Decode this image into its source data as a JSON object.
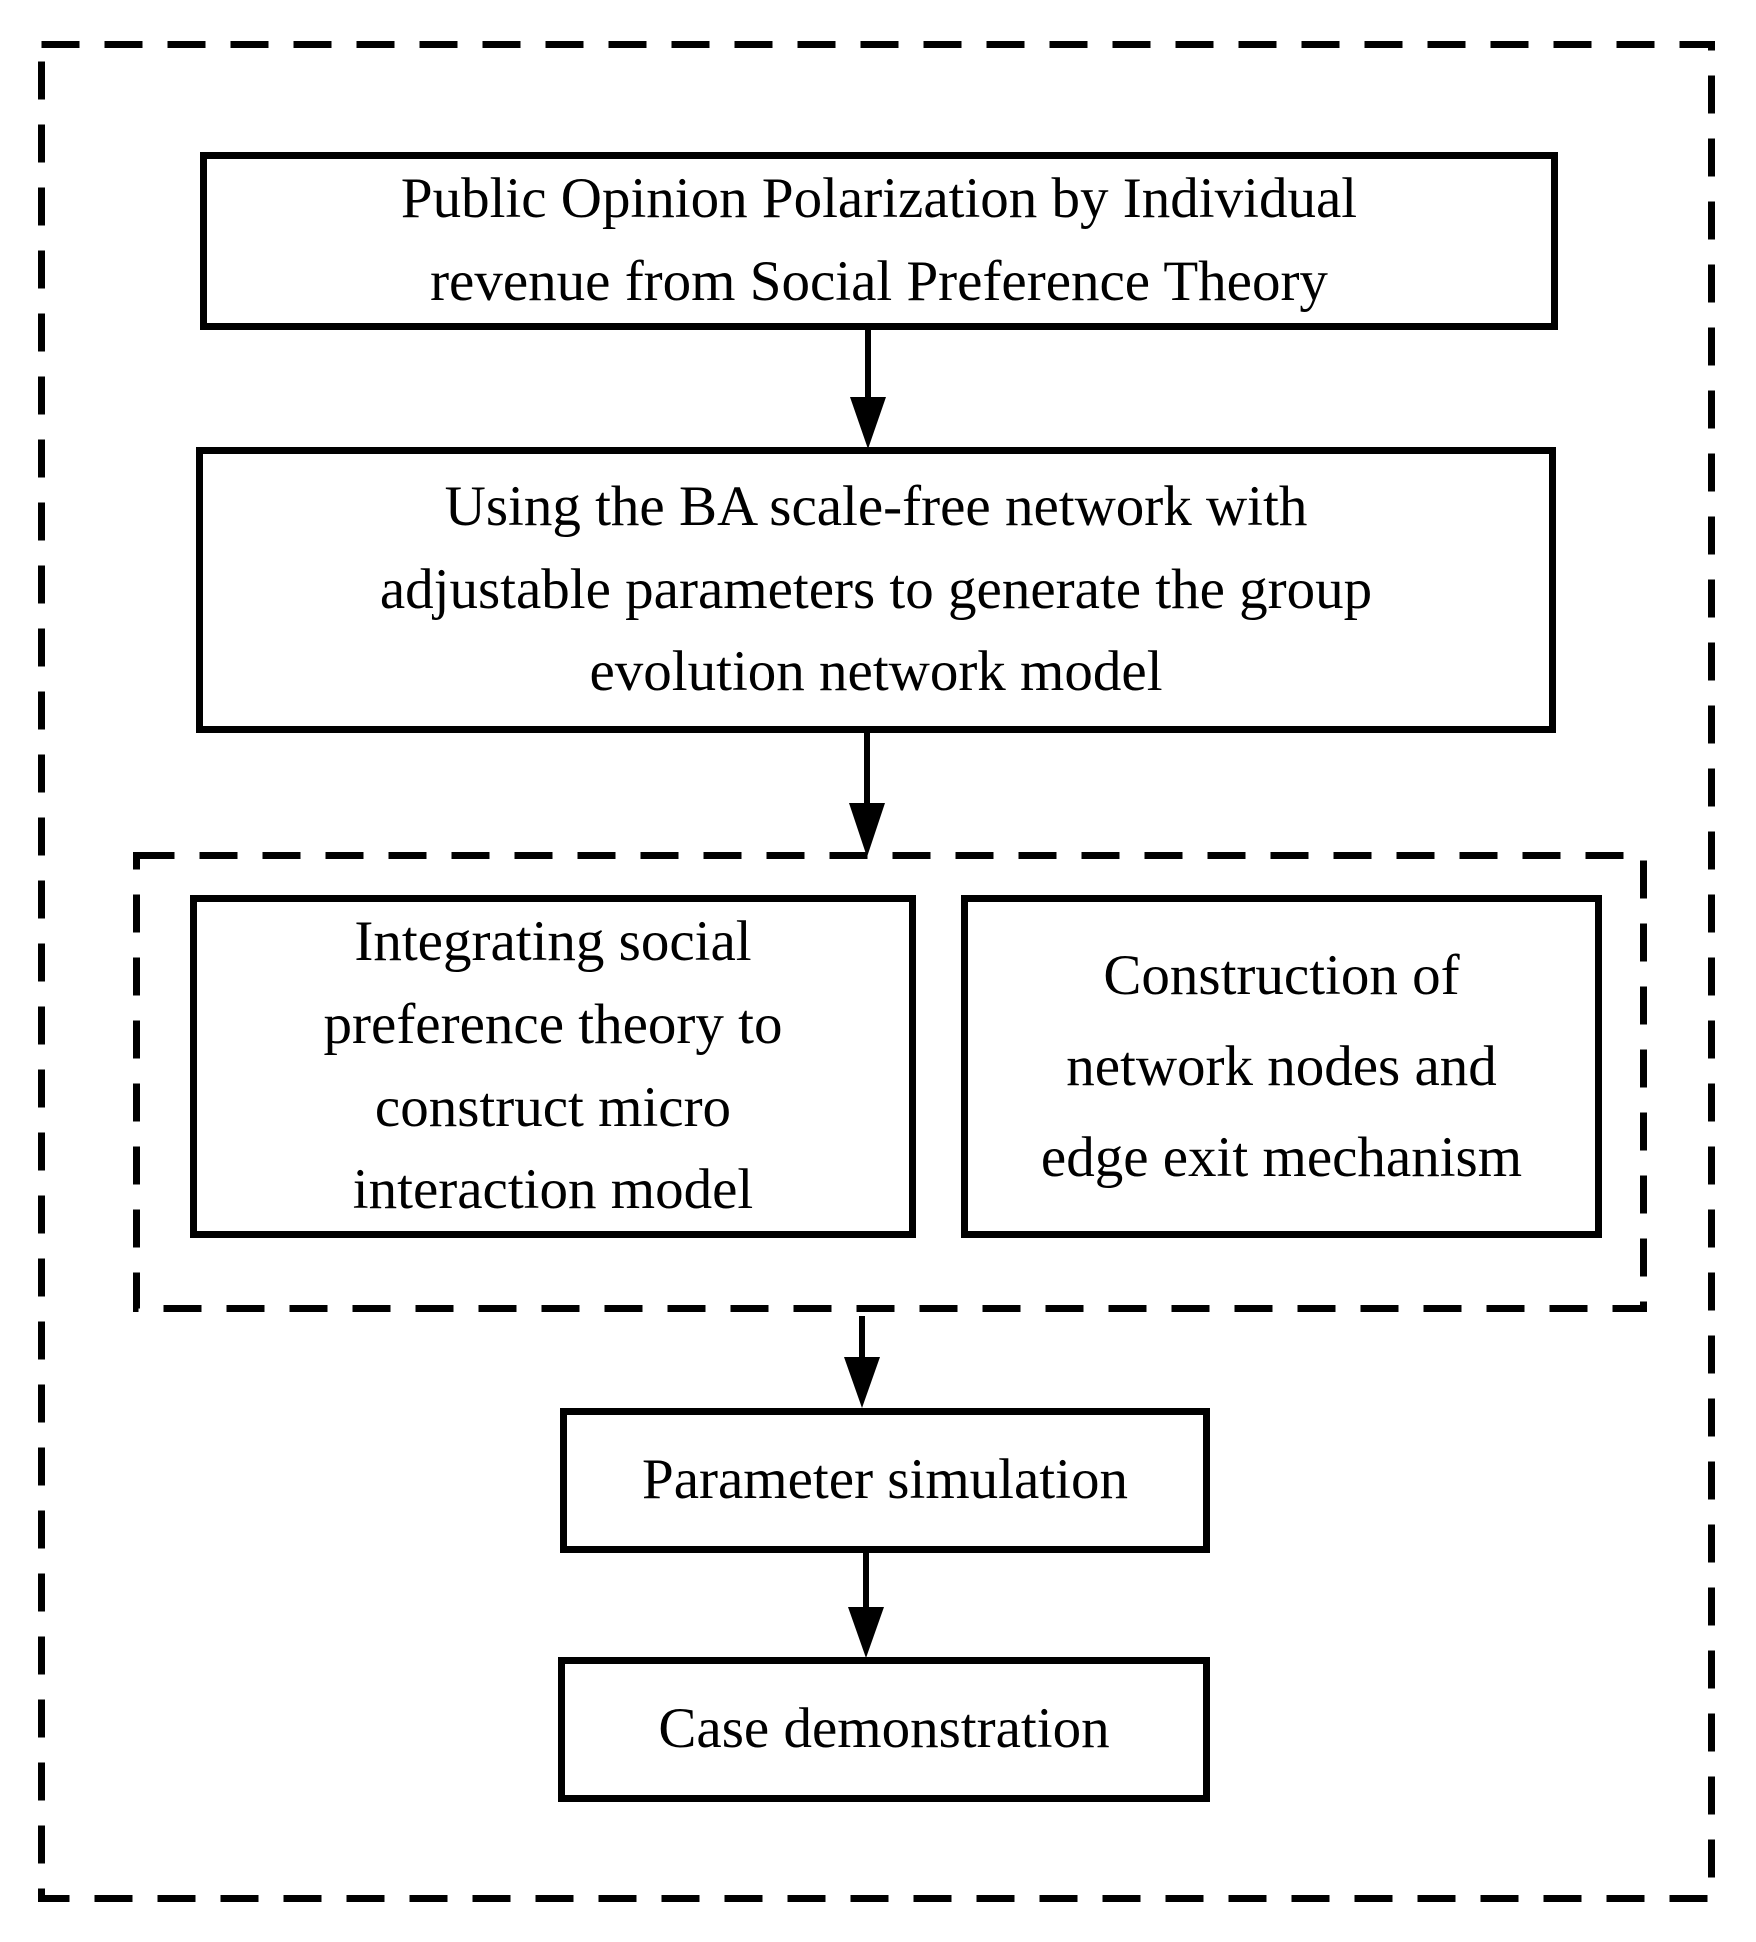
{
  "diagram": {
    "kind": "flowchart",
    "colors": {
      "line": "#000000",
      "background": "#ffffff",
      "text": "#000000"
    },
    "boxes": {
      "title": {
        "lines": [
          "Public Opinion Polarization by Individual",
          "revenue from Social Preference Theory"
        ]
      },
      "network": {
        "lines": [
          "Using the BA scale-free network with",
          "adjustable parameters to generate the group",
          "evolution network model"
        ]
      },
      "micro": {
        "lines": [
          "Integrating social",
          "preference theory to",
          "construct micro",
          "interaction model"
        ]
      },
      "construction": {
        "lines": [
          "Construction of",
          "network nodes and",
          "edge exit mechanism"
        ]
      },
      "parameter": {
        "lines": [
          "Parameter simulation"
        ]
      },
      "case": {
        "lines": [
          "Case demonstration"
        ]
      }
    }
  }
}
